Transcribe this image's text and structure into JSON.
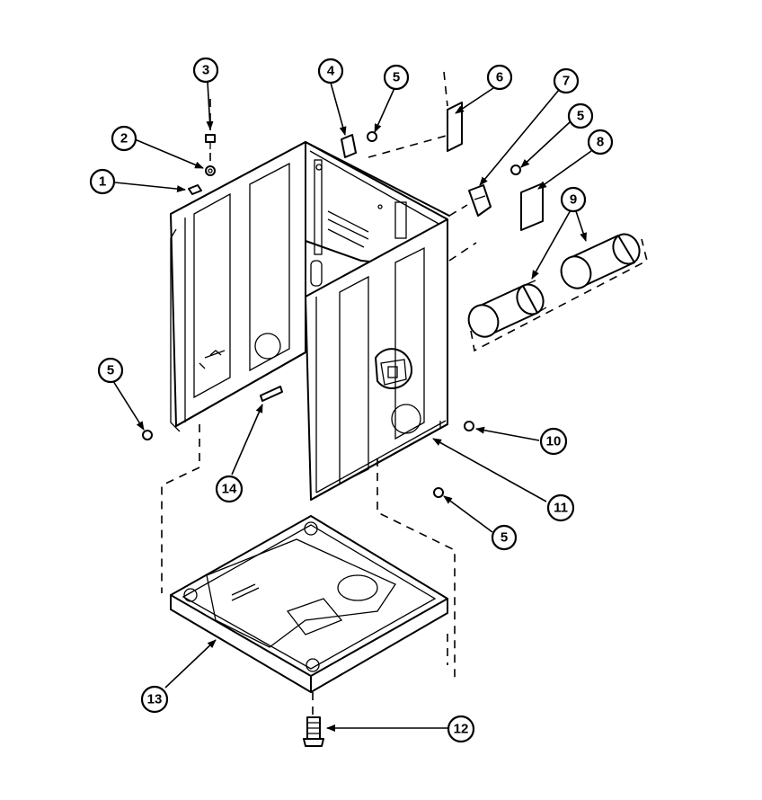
{
  "callouts": [
    {
      "id": "c1",
      "label": "1"
    },
    {
      "id": "c2",
      "label": "2"
    },
    {
      "id": "c3",
      "label": "3"
    },
    {
      "id": "c4",
      "label": "4"
    },
    {
      "id": "c5a",
      "label": "5"
    },
    {
      "id": "c6",
      "label": "6"
    },
    {
      "id": "c7",
      "label": "7"
    },
    {
      "id": "c5b",
      "label": "5"
    },
    {
      "id": "c8",
      "label": "8"
    },
    {
      "id": "c9",
      "label": "9"
    },
    {
      "id": "c5c",
      "label": "5"
    },
    {
      "id": "c14",
      "label": "14"
    },
    {
      "id": "c10",
      "label": "10"
    },
    {
      "id": "c11",
      "label": "11"
    },
    {
      "id": "c5d",
      "label": "5"
    },
    {
      "id": "c13",
      "label": "13"
    },
    {
      "id": "c12",
      "label": "12"
    }
  ]
}
